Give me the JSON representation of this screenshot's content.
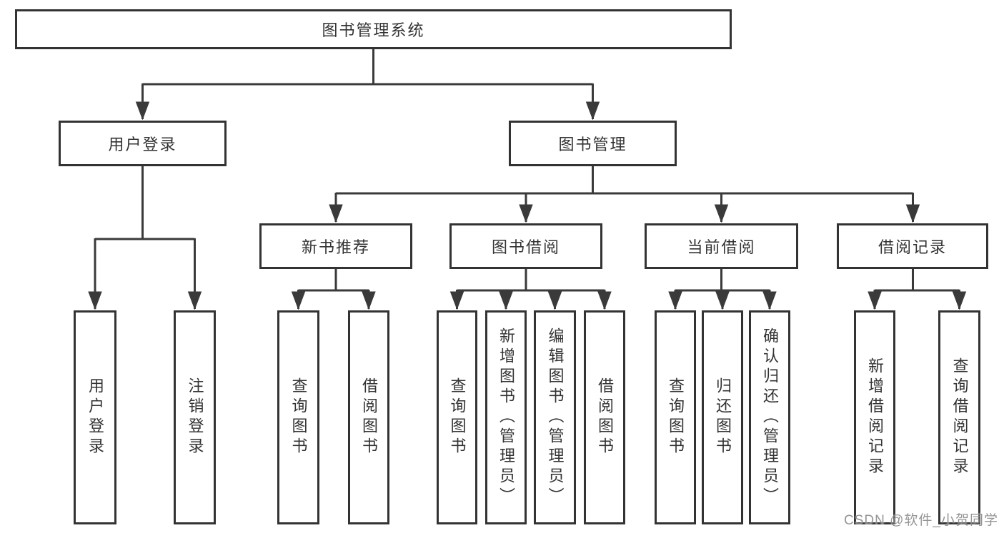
{
  "colors": {
    "background": "#ffffff",
    "box_border": "#333333",
    "connector_line": "#3a3a3a",
    "text": "#333333",
    "watermark_text": "#828282"
  },
  "nodes": {
    "root": {
      "label": "图书管理系统"
    },
    "level2": [
      {
        "label": "用户登录"
      },
      {
        "label": "图书管理"
      }
    ],
    "level3": [
      {
        "label": "新书推荐"
      },
      {
        "label": "图书借阅"
      },
      {
        "label": "当前借阅"
      },
      {
        "label": "借阅记录"
      }
    ],
    "leaves": [
      {
        "label": "用户登录"
      },
      {
        "label": "注销登录"
      },
      {
        "label": "查询图书"
      },
      {
        "label": "借阅图书"
      },
      {
        "label": "查询图书"
      },
      {
        "label": "新增图书（管理员）"
      },
      {
        "label": "编辑图书（管理员）"
      },
      {
        "label": "借阅图书"
      },
      {
        "label": "查询图书"
      },
      {
        "label": "归还图书"
      },
      {
        "label": "确认归还（管理员）"
      },
      {
        "label": "新增借阅记录"
      },
      {
        "label": "查询借阅记录"
      }
    ]
  },
  "watermark": {
    "label": "CSDN @软件_小贺同学"
  }
}
